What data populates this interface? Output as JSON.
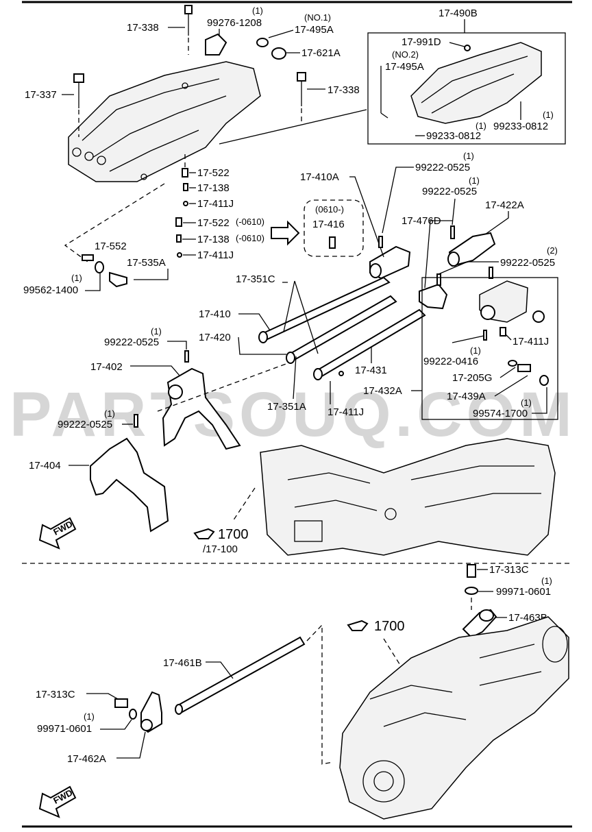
{
  "watermark": "PARTSOUQ.COM",
  "labels": {
    "p17_338_top": "17-338",
    "p99276": "99276-1208",
    "q99276": "(1)",
    "no1": "(NO.1)",
    "p17_495A_top": "17-495A",
    "p17_621A": "17-621A",
    "p17_337": "17-337",
    "p17_338_mid": "17-338",
    "p17_490B": "17-490B",
    "p17_991D": "17-991D",
    "no2": "(NO.2)",
    "p17_495A_box": "17-495A",
    "q99233a": "(1)",
    "p99233a": "99233-0812",
    "q99233b": "(1)",
    "p99233b": "99233-0812",
    "p17_522": "17-522",
    "p17_138": "17-138",
    "p17_411J_a": "17-411J",
    "p17_522b": "17-522",
    "s0610a": "(-0610)",
    "p17_138b": "17-138",
    "s0610b": "(-0610)",
    "p17_411J_b": "17-411J",
    "s0610c": "(0610-)",
    "p17_416": "17-416",
    "p17_410A": "17-410A",
    "q99222a": "(1)",
    "p99222a": "99222-0525",
    "q99222b": "(1)",
    "p99222b": "99222-0525",
    "p17_422A": "17-422A",
    "p17_476D": "17-476D",
    "q99222c": "(2)",
    "p99222c": "99222-0525",
    "p17_552": "17-552",
    "p17_535A": "17-535A",
    "q99562": "(1)",
    "p99562": "99562-1400",
    "p17_351C": "17-351C",
    "p17_410": "17-410",
    "p17_420": "17-420",
    "q99222d": "(1)",
    "p99222d": "99222-0525",
    "p17_402": "17-402",
    "p17_431": "17-431",
    "p17_432A": "17-432A",
    "p17_351A": "17-351A",
    "p17_411J_c": "17-411J",
    "p17_411J_d": "17-411J",
    "q99222e": "(1)",
    "p99222e": "99222-0416",
    "p17_205G": "17-205G",
    "p17_439A": "17-439A",
    "q99574": "(1)",
    "p99574": "99574-1700",
    "q99222f": "(1)",
    "p99222f": "99222-0525",
    "p17_404": "17-404",
    "ref1700a": "1700",
    "ref17100": "/17-100",
    "fwd": "FWD",
    "p17_313C_top": "17-313C",
    "q99971a": "(1)",
    "p99971a": "99971-0601",
    "ref1700b": "1700",
    "p17_463B": "17-463B",
    "p17_461B": "17-461B",
    "p17_313C_low": "17-313C",
    "q99971b": "(1)",
    "p99971b": "99971-0601",
    "p17_462A": "17-462A",
    "fwd2": "FWD"
  }
}
